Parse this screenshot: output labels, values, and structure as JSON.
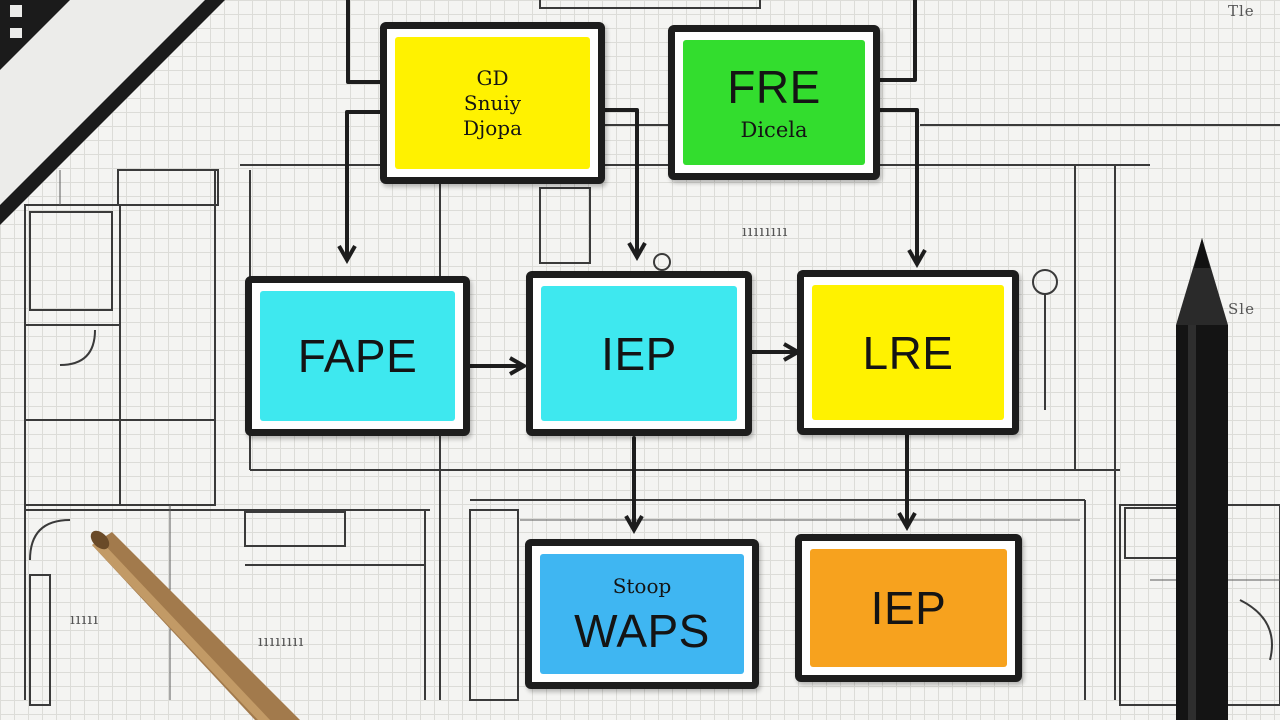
{
  "boxes": {
    "gd": {
      "lines": [
        "GD",
        "Snuiy",
        "Djopa"
      ],
      "color": "#fff200"
    },
    "fre": {
      "title": "FRE",
      "sub": "Dicela",
      "color": "#33dd2e"
    },
    "fape": {
      "title": "FAPE",
      "color": "#3ee8ef"
    },
    "iep1": {
      "title": "IEP",
      "color": "#3ee8ef"
    },
    "lre": {
      "title": "LRE",
      "color": "#fff200"
    },
    "waps": {
      "top": "Stoop",
      "title": "WAPS",
      "color": "#3fb6f2"
    },
    "iep2": {
      "title": "IEP",
      "color": "#f7a21e"
    }
  },
  "annotations": {
    "top_right": "Tle",
    "right_mid": "Sle",
    "center": "ıııııııı",
    "bottom_left_1": "ııııı",
    "bottom_left_2": "ıııııııı"
  }
}
